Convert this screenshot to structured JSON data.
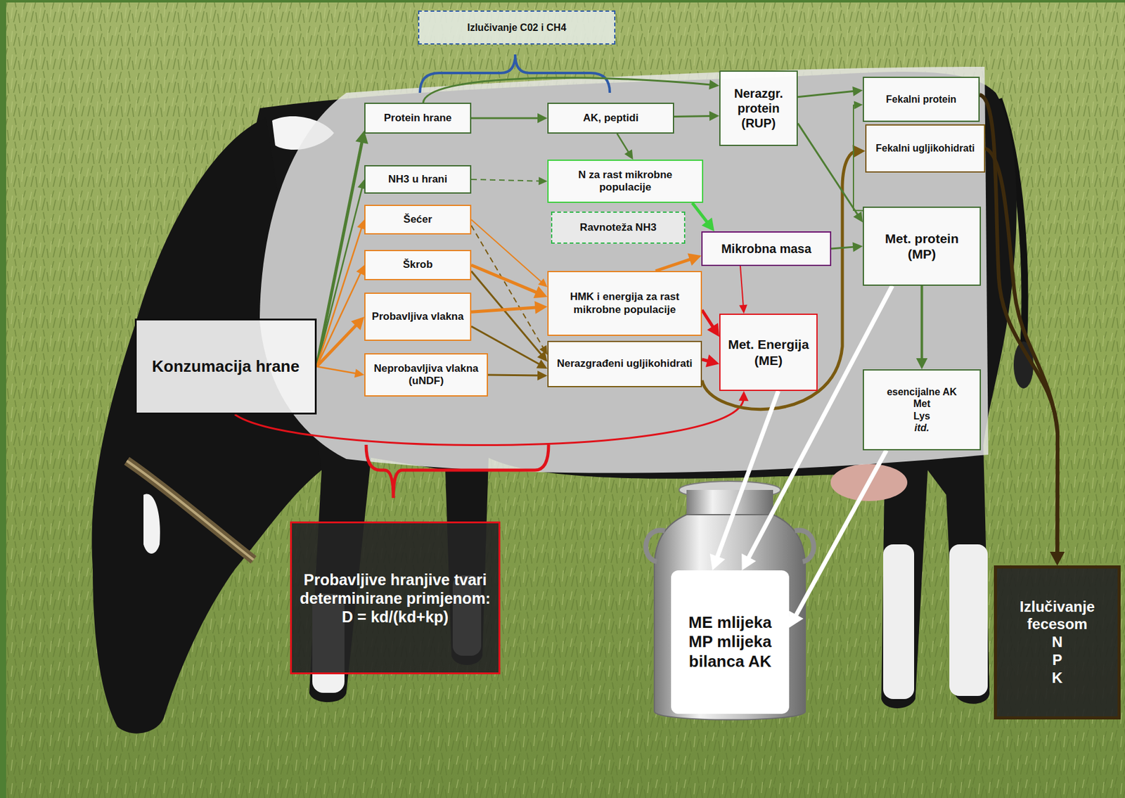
{
  "diagram": {
    "nodes": [
      {
        "text": [
          "Izlučivanje C02 i CH4"
        ]
      },
      {
        "text": [
          "Protein hrane"
        ]
      },
      {
        "text": [
          "NH3 u hrani"
        ]
      },
      {
        "text": [
          "Šećer"
        ]
      },
      {
        "text": [
          "Škrob"
        ]
      },
      {
        "text": [
          "Probavljiva vlakna"
        ]
      },
      {
        "text": [
          "Neprobavljiva vlakna (uNDF)"
        ]
      },
      {
        "text": [
          "Konzumacija hrane"
        ]
      },
      {
        "text": [
          "AK, peptidi"
        ]
      },
      {
        "text": [
          "N za rast mikrobne populacije"
        ]
      },
      {
        "text": [
          "Ravnoteža NH3"
        ]
      },
      {
        "text": [
          "HMK i energija za rast mikrobne populacije"
        ]
      },
      {
        "text": [
          "Nerazgrađeni ugljikohidrati"
        ]
      },
      {
        "text": [
          "Nerazgr. protein (RUP)"
        ]
      },
      {
        "text": [
          "Mikrobna masa"
        ]
      },
      {
        "text": [
          "Met. Energija (ME)"
        ]
      },
      {
        "text": [
          "Fekalni protein"
        ]
      },
      {
        "text": [
          "Fekalni ugljikohidrati"
        ]
      },
      {
        "text": [
          "Met. protein (MP)"
        ]
      },
      {
        "text": [
          "esencijalne AK",
          "Met",
          "Lys",
          "itd."
        ]
      },
      {
        "text": [
          "Probavljive hranjive tvari determinirane primjenom: D = kd/(kd+kp)"
        ]
      },
      {
        "text": [
          "ME mlijeka",
          "MP mlijeka",
          "bilanca AK"
        ]
      },
      {
        "text": [
          "Izlučivanje fecesom",
          "N",
          "P",
          "K"
        ]
      }
    ],
    "edges": [
      {
        "from": 7,
        "to": 1,
        "arrow": "to"
      },
      {
        "from": 7,
        "to": 2,
        "arrow": "to"
      },
      {
        "from": 7,
        "to": 3,
        "arrow": "to"
      },
      {
        "from": 7,
        "to": 4,
        "arrow": "to"
      },
      {
        "from": 7,
        "to": 5,
        "arrow": "to"
      },
      {
        "from": 7,
        "to": 6,
        "arrow": "to"
      },
      {
        "from": 7,
        "to": 15,
        "arrow": "to"
      },
      {
        "from": 1,
        "to": 8,
        "arrow": "to"
      },
      {
        "from": 1,
        "to": 13,
        "arrow": "to"
      },
      {
        "from": 8,
        "to": 13,
        "arrow": "to"
      },
      {
        "from": 8,
        "to": 9,
        "arrow": "to"
      },
      {
        "from": 2,
        "to": 9,
        "arrow": "to"
      },
      {
        "from": 9,
        "to": 14,
        "arrow": "to"
      },
      {
        "from": 3,
        "to": 11,
        "arrow": "to"
      },
      {
        "from": 3,
        "to": 12,
        "arrow": "to"
      },
      {
        "from": 4,
        "to": 11,
        "arrow": "to"
      },
      {
        "from": 4,
        "to": 12,
        "arrow": "to"
      },
      {
        "from": 5,
        "to": 11,
        "arrow": "to"
      },
      {
        "from": 5,
        "to": 12,
        "arrow": "to"
      },
      {
        "from": 6,
        "to": 12,
        "arrow": "to"
      },
      {
        "from": 11,
        "to": 14,
        "arrow": "to"
      },
      {
        "from": 11,
        "to": 15,
        "arrow": "to"
      },
      {
        "from": 12,
        "to": 15,
        "arrow": "to"
      },
      {
        "from": 12,
        "to": 17,
        "arrow": "to"
      },
      {
        "from": 14,
        "to": 15,
        "arrow": "to"
      },
      {
        "from": 14,
        "to": 18,
        "arrow": "to"
      },
      {
        "from": 13,
        "to": 16,
        "arrow": "to"
      },
      {
        "from": 13,
        "to": 18,
        "arrow": "to"
      },
      {
        "from": 18,
        "to": 16,
        "arrow": "to"
      },
      {
        "from": 18,
        "to": 19,
        "arrow": "to"
      },
      {
        "from": 18,
        "to": 21,
        "arrow": "to"
      },
      {
        "from": 15,
        "to": 21,
        "arrow": "to"
      },
      {
        "from": 19,
        "to": 21,
        "arrow": "to"
      },
      {
        "from": 16,
        "to": 22,
        "arrow": "to"
      },
      {
        "from": 17,
        "to": 22,
        "arrow": "to"
      }
    ]
  }
}
